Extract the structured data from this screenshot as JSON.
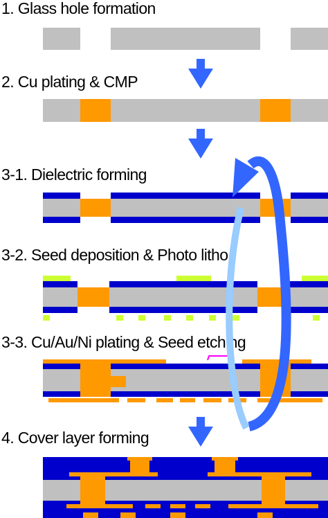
{
  "steps": [
    {
      "label": "1. Glass hole formation"
    },
    {
      "label": "2. Cu plating & CMP"
    },
    {
      "label": "3-1. Dielectric forming"
    },
    {
      "label": "3-2. Seed deposition & Photo litho"
    },
    {
      "label": "3-3. Cu/Au/Ni plating & Seed etching"
    },
    {
      "label": "4. Cover layer forming"
    }
  ],
  "colors": {
    "glass": "#c0c0c0",
    "copper": "#ff9900",
    "dielectric": "#0000cc",
    "photoresist": "#ccff33",
    "arrow": "#3366ff",
    "loop_back": "#99ccff",
    "au_ni_finish": "#ff00ff"
  },
  "icons": {
    "flow_arrow": "down-arrow-icon",
    "loop": "cycle-arrow-icon"
  }
}
